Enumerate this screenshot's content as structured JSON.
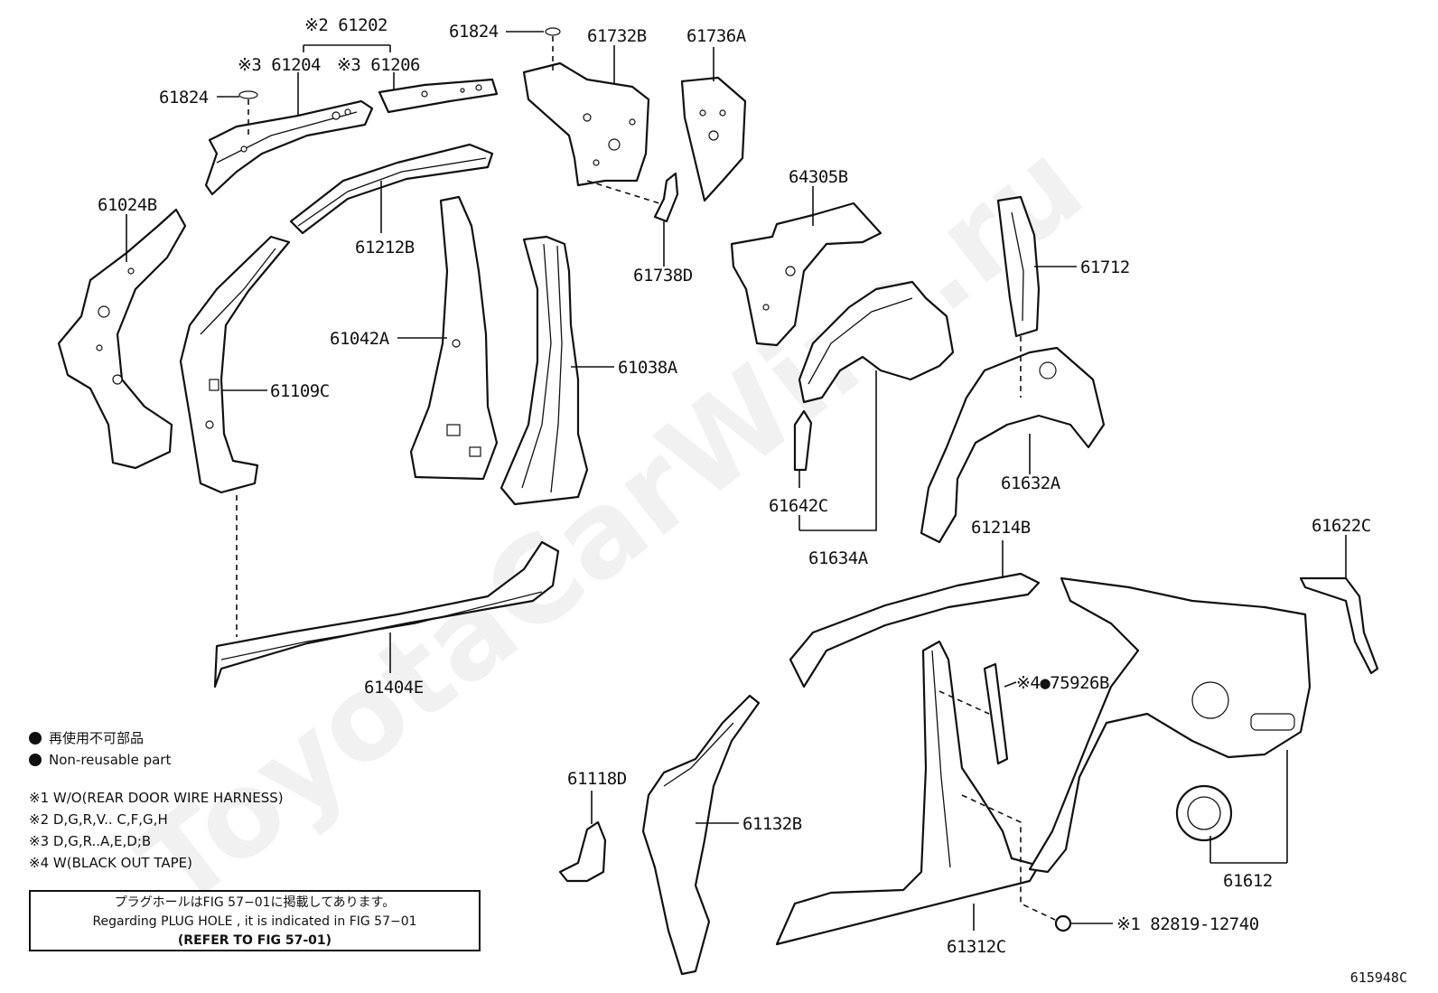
{
  "watermark": "ToyotaCarWire.ru",
  "parts": {
    "p61202": "※2 61202",
    "p61204": "※3 61204",
    "p61206": "※3 61206",
    "p61824a": "61824",
    "p61824b": "61824",
    "p61732B": "61732B",
    "p61736A": "61736A",
    "p61024B": "61024B",
    "p61212B": "61212B",
    "p61042A": "61042A",
    "p61038A": "61038A",
    "p61109C": "61109C",
    "p61738D": "61738D",
    "p64305B": "64305B",
    "p61712": "61712",
    "p61632A": "61632A",
    "p61642C": "61642C",
    "p61634A": "61634A",
    "p61404E": "61404E",
    "p61214B": "61214B",
    "p61622C": "61622C",
    "p75926B": "※4●75926B",
    "p61118D": "61118D",
    "p61132B": "61132B",
    "p61612": "61612",
    "p61312C": "61312C",
    "p82819": "※1 82819-12740"
  },
  "legend": {
    "non_reusable_jp": "再使用不可部品",
    "non_reusable_en": "Non-reusable part",
    "notes": [
      "※1 W/O(REAR DOOR WIRE HARNESS)",
      "※2 D,G,R,V.. C,F,G,H",
      "※3 D,G,R..A,E,D;B",
      "※4 W(BLACK OUT TAPE)"
    ]
  },
  "reference": {
    "line1": "プラグホールはFIG 57−01に掲載してあります。",
    "line2": "Regarding  PLUG  HOLE , it is indicated in  FIG  57−01",
    "line3": "(REFER TO FIG 57-01)"
  },
  "diagram_id": "615948C"
}
